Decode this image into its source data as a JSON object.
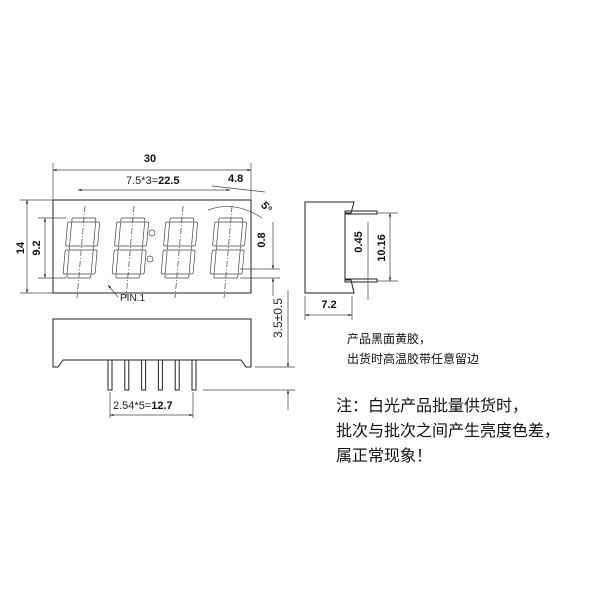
{
  "front_view": {
    "width_label": "30",
    "pitch_label_prefix": "7.5*3=",
    "pitch_label_value": "22.5",
    "digit_width_label": "4.8",
    "slant_label": "5°",
    "height_label": "14",
    "digit_height_label": "9.2",
    "pin_offset_label": "0.8",
    "pin1_label": "PIN.1",
    "digit_count": 4
  },
  "side_view": {
    "depth_label": "7.2",
    "pin_thickness_label": "0.45",
    "pin_span_label": "10.16"
  },
  "bottom_view": {
    "pin_pitch_prefix": "2.54*5=",
    "pin_pitch_value": "12.7",
    "pin_length_label": "3.5±0.5",
    "pin_count": 6
  },
  "notes": {
    "line1": "产品黑面黄胶，",
    "line2": "出货时高温胶带任意留边",
    "warning_line1": "注：白光产品批量供货时，",
    "warning_line2": "批次与批次之间产生亮度色差，",
    "warning_line3": "属正常现象！"
  }
}
